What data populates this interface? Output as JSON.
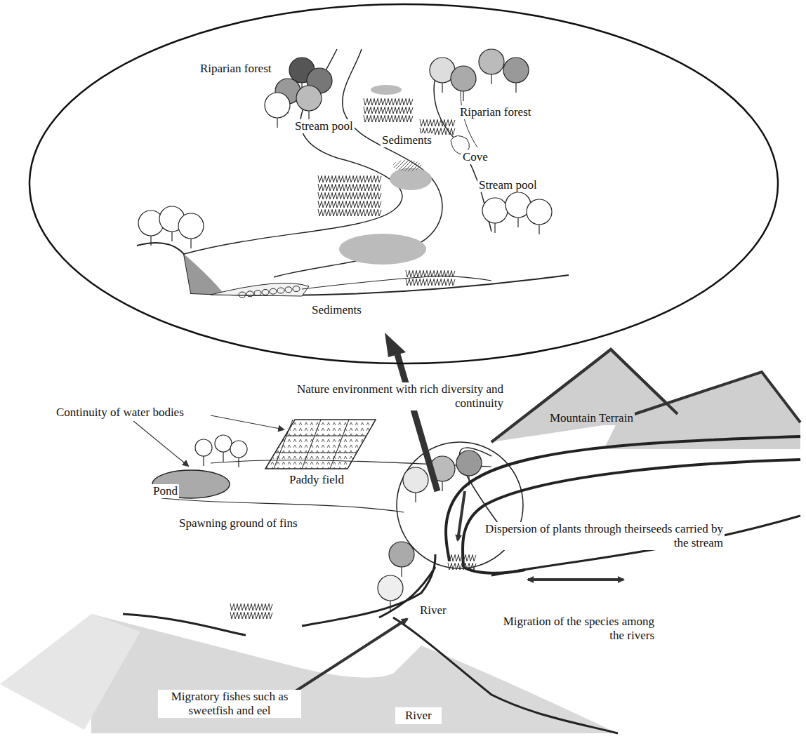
{
  "diagram": {
    "nodes": [
      {
        "text": [
          "Riparian forest",
          "Riparian forest",
          "Stream pool",
          "Sediments",
          "Cove",
          "Stream pool",
          "Sediments"
        ]
      }
    ],
    "labels": [
      "Nature environment with rich diversity and continuity",
      "Continuity of water bodies",
      "Mountain Terrain",
      "Pond",
      "Paddy field",
      "Spawning ground of fins",
      "Dispersion of plants through theirseeds carried by the stream",
      "River",
      "Migration of the species among the rivers",
      "Migratory fishes such as sweetfish and eel",
      "River"
    ]
  }
}
